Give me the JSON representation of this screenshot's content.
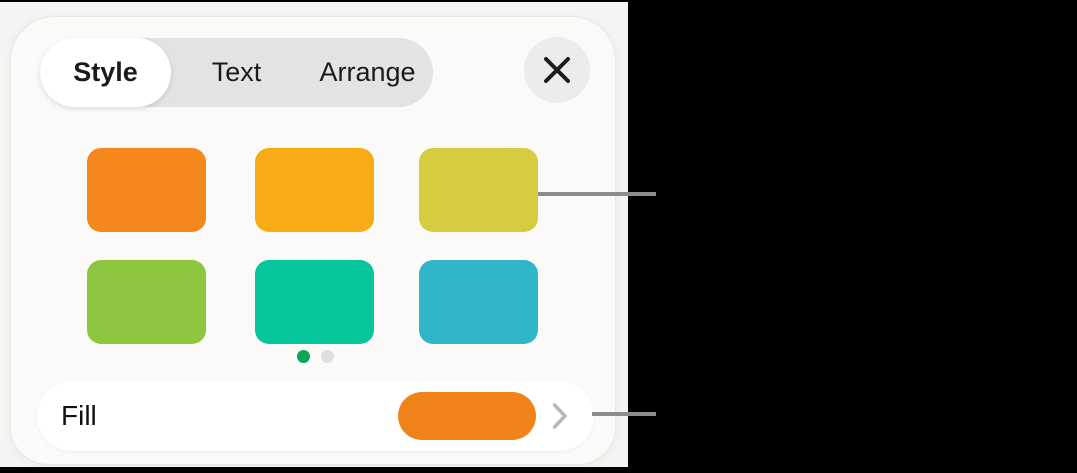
{
  "panel": {
    "tabs": [
      {
        "label": "Style",
        "selected": true
      },
      {
        "label": "Text",
        "selected": false
      },
      {
        "label": "Arrange",
        "selected": false
      }
    ],
    "close_icon_name": "close-icon"
  },
  "style_presets": {
    "swatches": [
      {
        "name": "orange",
        "color": "#F5871C"
      },
      {
        "name": "amber",
        "color": "#F8AB14"
      },
      {
        "name": "yellow-green",
        "color": "#D6CC40"
      },
      {
        "name": "green",
        "color": "#8EC63F"
      },
      {
        "name": "teal",
        "color": "#05C59B"
      },
      {
        "name": "cyan",
        "color": "#30B6C9"
      }
    ],
    "page_dots": {
      "count": 2,
      "active_index": 0,
      "active_color": "#0AA658",
      "inactive_color": "#DFDFDF"
    }
  },
  "fill_row": {
    "label": "Fill",
    "swatch_color": "#F0821A",
    "chevron_icon_name": "chevron-right-icon"
  },
  "colors": {
    "segmented_track": "#E5E3E1",
    "panel_background": "#FBFAF9",
    "callout_line": "#8C8C8C"
  }
}
